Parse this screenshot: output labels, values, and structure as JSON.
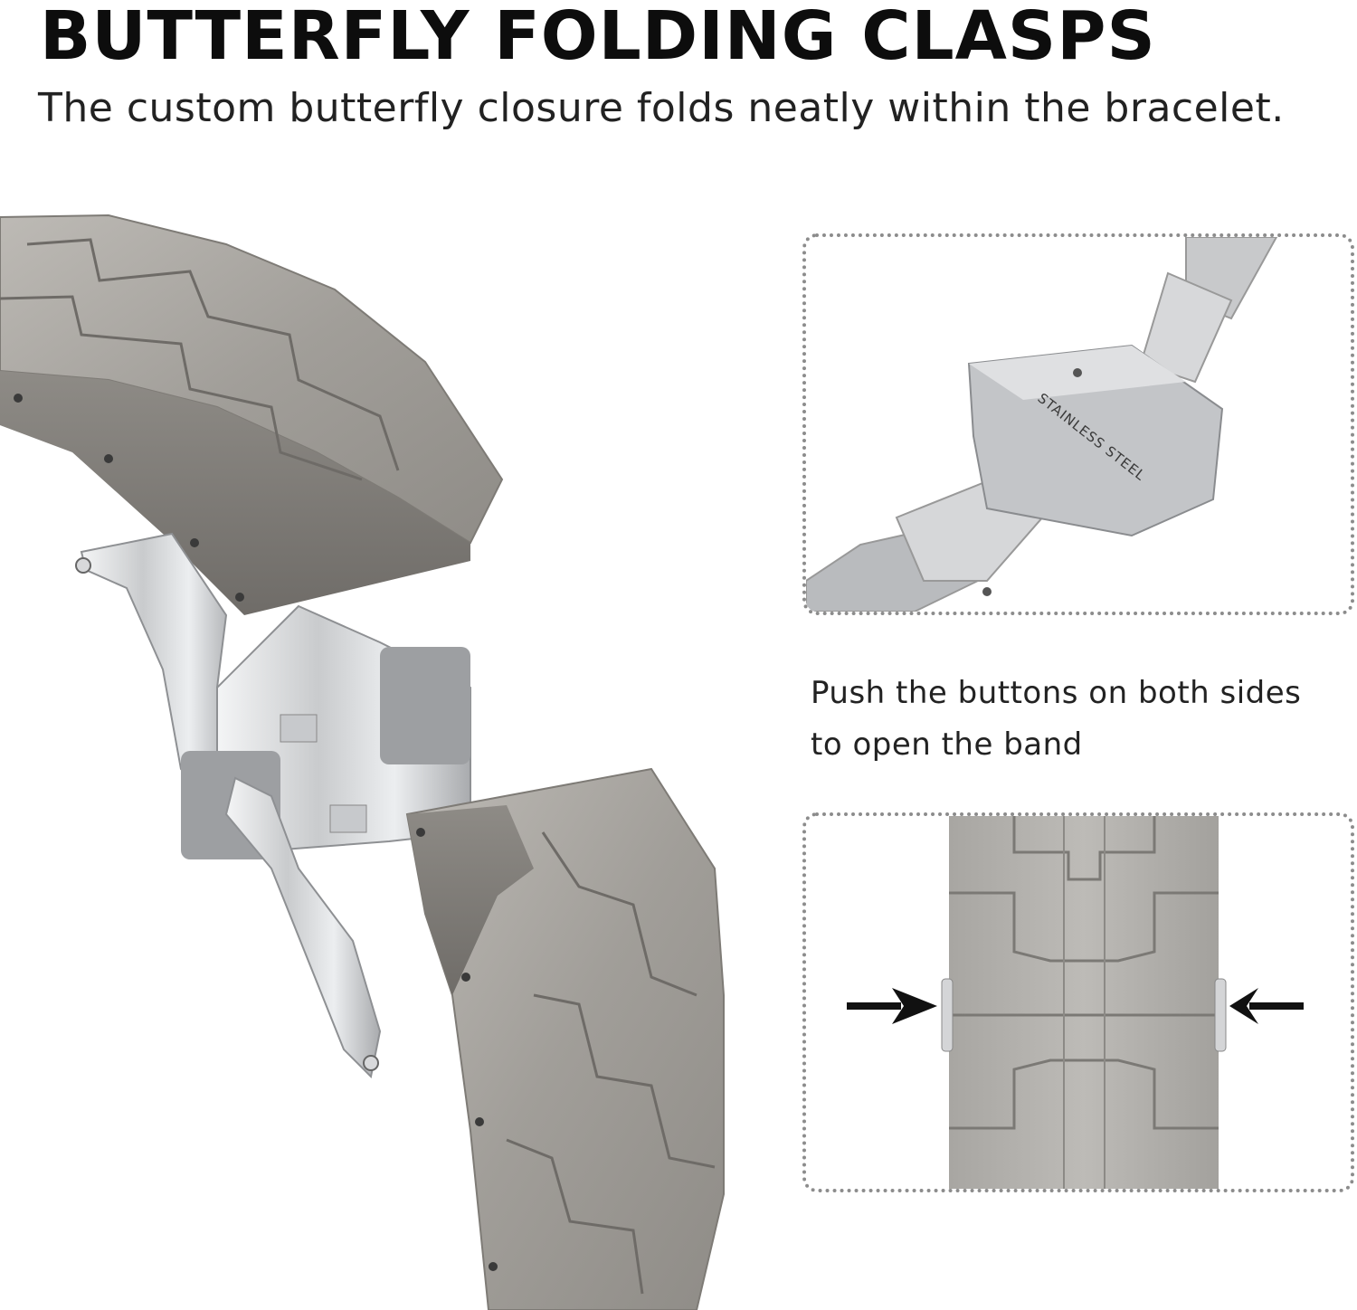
{
  "header": {
    "title": "BUTTERFLY FOLDING CLASPS",
    "subtitle": "The custom butterfly closure folds neatly within the bracelet."
  },
  "instruction": {
    "line1": "Push the buttons on both sides",
    "line2": "to open the band"
  },
  "clasp_stamp": "STAINLESS STEEL",
  "colors": {
    "background": "#ffffff",
    "title": "#0d0d0d",
    "titanium": "#a9a6a1",
    "steel": "#d9dadc",
    "panel_border": "#8c8c8c",
    "arrow": "#111111"
  },
  "icons": [
    "arrow-right-icon",
    "arrow-left-icon"
  ]
}
